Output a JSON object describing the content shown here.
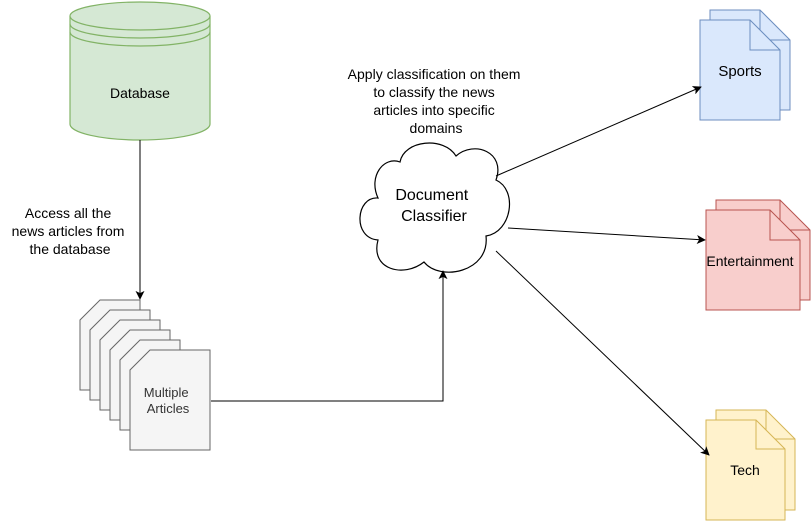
{
  "nodes": {
    "database": {
      "label": "Database"
    },
    "articles": {
      "label_lines": [
        "Multiple",
        "Articles"
      ]
    },
    "classifier": {
      "label_lines": [
        "Document",
        "Classifier"
      ]
    },
    "sports": {
      "label": "Sports"
    },
    "entertainment": {
      "label": "Entertainment"
    },
    "tech": {
      "label": "Tech"
    }
  },
  "annotations": {
    "access": [
      "Access all the",
      "news articles from",
      "the database"
    ],
    "classify": [
      "Apply classification on them",
      "to classify the news",
      "articles into specific",
      "domains"
    ]
  },
  "colors": {
    "database_fill": "#d5e8d4",
    "database_stroke": "#82b366",
    "articles_fill": "#f5f5f5",
    "articles_stroke": "#666666",
    "sports_fill": "#dae8fc",
    "sports_stroke": "#6c8ebf",
    "entertainment_fill": "#f8cecc",
    "entertainment_stroke": "#b85450",
    "tech_fill": "#fff2cc",
    "tech_stroke": "#d6b656",
    "edge": "#000000"
  }
}
